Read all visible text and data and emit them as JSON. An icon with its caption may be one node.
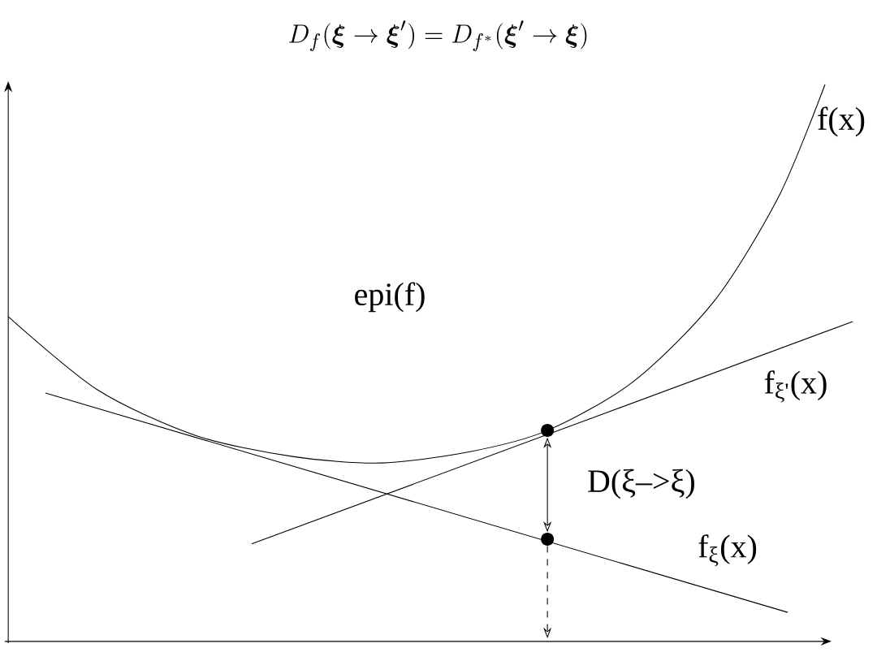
{
  "diagram": {
    "nodes": [
      {
        "text": [],
        "shape": "circle"
      },
      {
        "text": [],
        "shape": "circle"
      }
    ],
    "edges": [
      {
        "from": 0,
        "to": 1,
        "arrow": "both",
        "label": "D(ξ–>ξ)"
      },
      {
        "from": 1,
        "to": null,
        "arrow": "to",
        "style": "dashed"
      }
    ],
    "labels": [
      "D_f(\\boldsymbol{\\xi} \\to \\boldsymbol{\\xi}') = D_{f^*}(\\boldsymbol{\\xi}' \\to \\boldsymbol{\\xi})",
      "f(x)",
      "epi(f)",
      "f$_{ξ'}$(x)",
      "f$_{ξ}$(x)"
    ]
  }
}
